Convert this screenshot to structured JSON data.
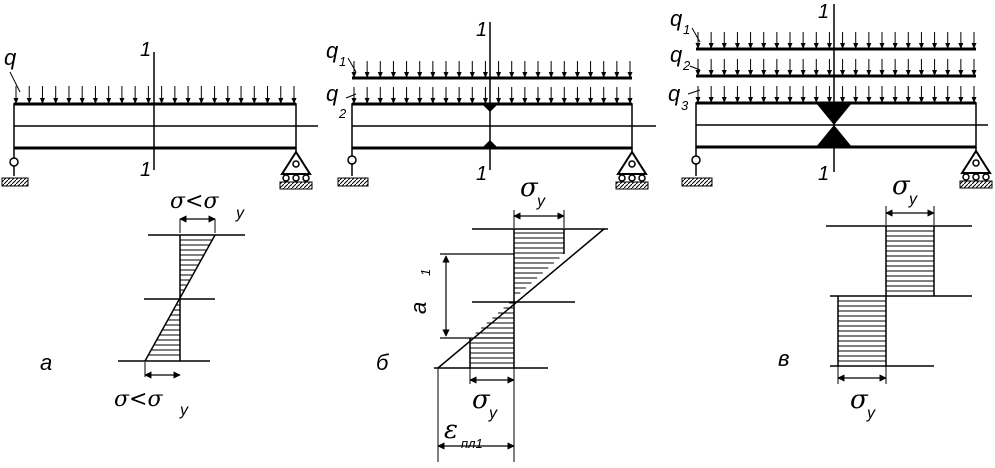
{
  "beams": [
    {
      "load_labels": [
        {
          "main": "q",
          "sub": ""
        }
      ],
      "section_label": "1",
      "hinge": "none"
    },
    {
      "load_labels": [
        {
          "main": "q",
          "sub": "1"
        },
        {
          "main": "q",
          "sub": "2"
        }
      ],
      "section_label": "1",
      "hinge": "small"
    },
    {
      "load_labels": [
        {
          "main": "q",
          "sub": "1"
        },
        {
          "main": "q",
          "sub": "2"
        },
        {
          "main": "q",
          "sub": "3"
        }
      ],
      "section_label": "1",
      "hinge": "full"
    }
  ],
  "diagrams": {
    "a": {
      "letter": "а",
      "top_label": "σ<σ",
      "top_label_sub": "y",
      "bottom_label": "σ<σ",
      "bottom_label_sub": "y"
    },
    "b": {
      "letter": "б",
      "top_label": "σ",
      "top_label_sub": "y",
      "mid_label": "σ",
      "mid_label_sub": "y",
      "depth_label": "a",
      "depth_label_sub": "1",
      "strain_label": "ε",
      "strain_label_sub": "пл1"
    },
    "c": {
      "letter": "в",
      "top_label": "σ",
      "top_label_sub": "y",
      "bottom_label": "σ",
      "bottom_label_sub": "y"
    }
  },
  "colors": {
    "ink": "#000000",
    "paper": "#ffffff"
  }
}
